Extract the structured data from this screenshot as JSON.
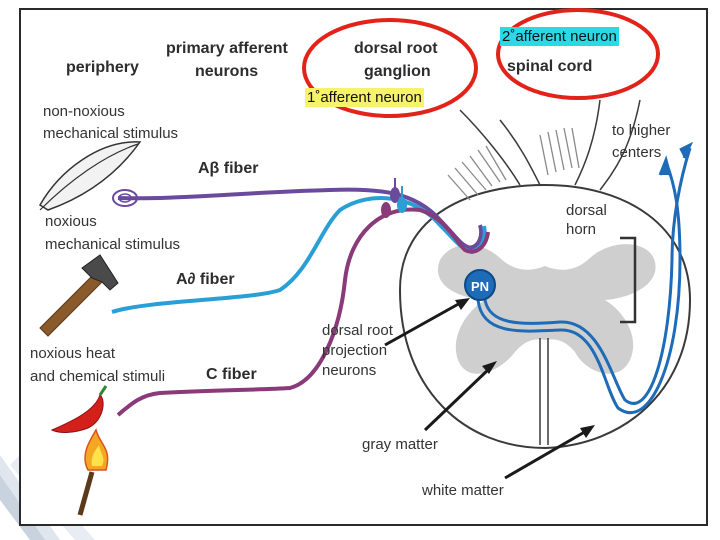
{
  "labels": {
    "periphery": "periphery",
    "primary_afferent": "primary afferent",
    "neurons": "neurons",
    "dorsal_root": "dorsal root",
    "ganglion": "ganglion",
    "spinal_cord": "spinal cord",
    "non_noxious": "non-noxious",
    "mech_stimulus_1": "mechanical stimulus",
    "noxious": "noxious",
    "mech_stimulus_2": "mechanical stimulus",
    "noxious_heat": "noxious heat",
    "chem_stimuli": "and chemical stimuli",
    "a_beta": "Aβ fiber",
    "a_delta": "A∂ fiber",
    "c_fiber": "C fiber",
    "drp_1": "dorsal root",
    "drp_2": "projection",
    "drp_3": "neurons",
    "gray_matter": "gray matter",
    "white_matter": "white matter",
    "higher_1": "to higher",
    "higher_2": "centers",
    "dorsal_horn_1": "dorsal",
    "dorsal_horn_2": "horn",
    "pn": "PN"
  },
  "highlights": {
    "first": "1˚afferent   neuron",
    "second": "2˚afferent   neuron"
  },
  "colors": {
    "a_beta_fiber": "#6a4a9c",
    "a_delta_fiber": "#2a9fd6",
    "c_fiber": "#8a3a78",
    "projection_neuron": "#1e6bb8",
    "gray_matter": "#cfcfcf",
    "annotation_circle": "#e2231a",
    "highlight_yellow": "#f6f26a",
    "highlight_cyan": "#2ad9e8"
  }
}
